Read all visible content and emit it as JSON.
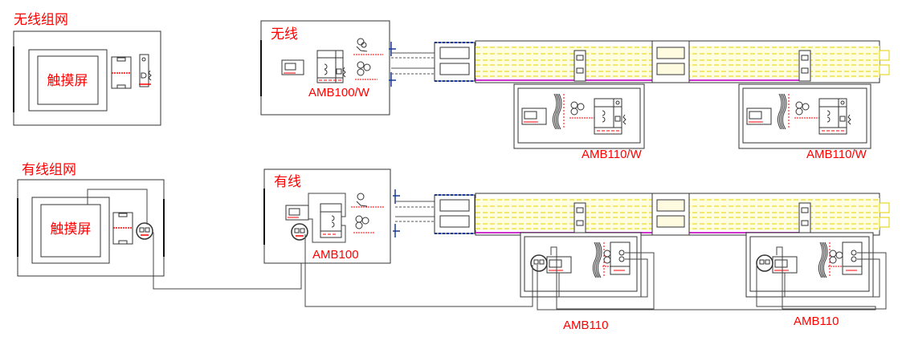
{
  "sections": {
    "wireless_title": "无线组网",
    "wired_title": "有线组网"
  },
  "touchscreen_label": "触摸屏",
  "wireless_master": {
    "tag": "无线",
    "model": "AMB100/W"
  },
  "wired_master": {
    "tag": "有线",
    "model": "AMB100"
  },
  "wireless_slaves": [
    {
      "model": "AMB110/W"
    },
    {
      "model": "AMB110/W"
    }
  ],
  "wired_slaves": [
    {
      "model": "AMB110"
    },
    {
      "model": "AMB110"
    }
  ],
  "colors": {
    "label_red": "#ff0000",
    "line": "#333333",
    "busbar_yellow": "#ffff66",
    "busbar_magenta": "#cc33cc",
    "connector_blue": "#1a3a9a"
  }
}
